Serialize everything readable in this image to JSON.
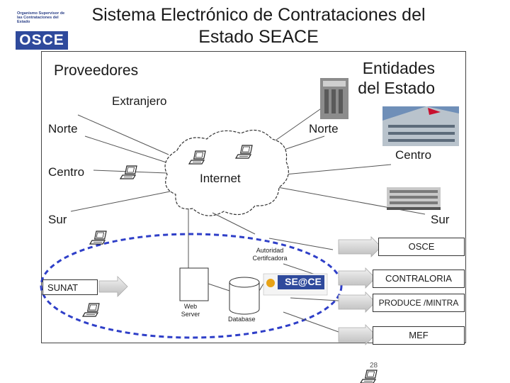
{
  "title_line1": "Sistema Electrónico de Contrataciones del",
  "title_line2": "Estado  SEACE",
  "logo": {
    "org_text": "Organismo Supervisor de las Contrataciones del Estado",
    "acronym": "OSCE"
  },
  "left": {
    "heading": "Proveedores",
    "extranjero": "Extranjero",
    "norte": "Norte",
    "centro": "Centro",
    "sur": "Sur"
  },
  "right": {
    "heading_line1": "Entidades",
    "heading_line2": "del Estado",
    "norte": "Norte",
    "centro": "Centro",
    "sur": "Sur"
  },
  "cloud_label": "Internet",
  "center": {
    "autoridad_line1": "Autoridad",
    "autoridad_line2": "Certifcadora",
    "web_line1": "Web",
    "web_line2": "Server",
    "database": "Database",
    "seace_logo": "SE@CE"
  },
  "sunat": "SUNAT",
  "outputs": [
    "OSCE",
    "CONTRALORIA",
    "PRODUCE /MINTRA",
    "MEF"
  ],
  "page_number": "28",
  "colors": {
    "logo_blue": "#2f4a9c",
    "ring_blue": "#2f3fc8",
    "arrow_gray": "#d9d9d9"
  }
}
